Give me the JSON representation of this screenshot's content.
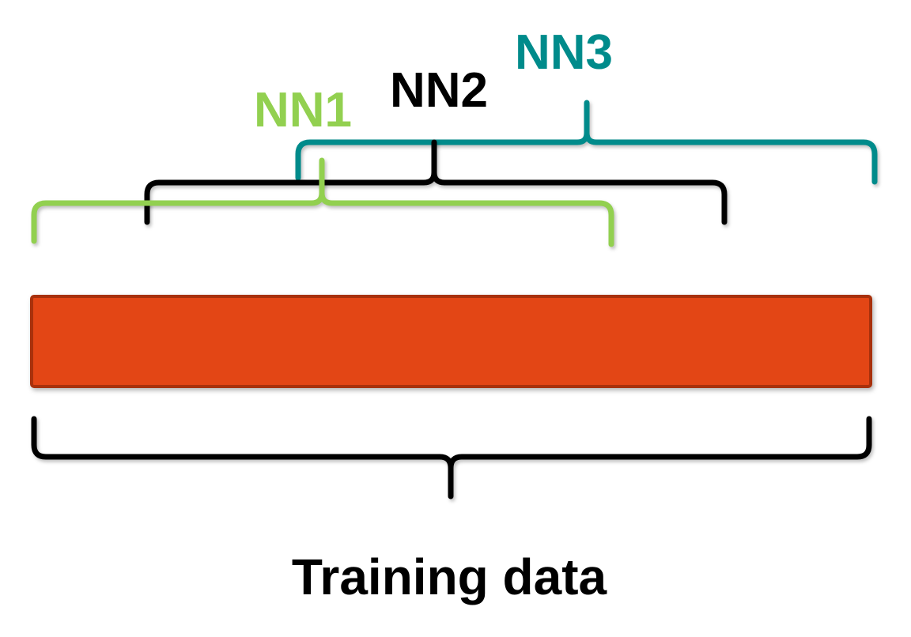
{
  "labels": {
    "nn1": "NN1",
    "nn2": "NN2",
    "nn3": "NN3",
    "training_data": "Training data"
  },
  "colors": {
    "nn1": "#92d050",
    "nn2": "#000000",
    "nn3": "#008b8b",
    "training_bar_fill": "#e34615",
    "training_bar_stroke": "#a8310c",
    "training_brace": "#000000",
    "text_dark": "#000000"
  },
  "subsets": [
    {
      "name": "NN1",
      "start_fraction": 0.0,
      "end_fraction": 0.69
    },
    {
      "name": "NN2",
      "start_fraction": 0.14,
      "end_fraction": 0.83
    },
    {
      "name": "NN3",
      "start_fraction": 0.32,
      "end_fraction": 1.0
    }
  ]
}
